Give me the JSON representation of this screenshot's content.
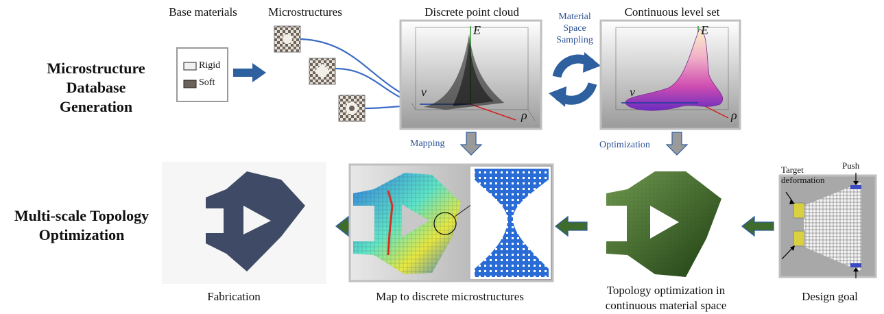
{
  "row_titles": {
    "database": [
      "Microstructure",
      "Database Generation"
    ],
    "optimization": [
      "Multi-scale Topology",
      "Optimization"
    ]
  },
  "top_captions": {
    "base_materials": "Base materials",
    "microstructures": "Microstructures",
    "point_cloud": "Discrete point cloud",
    "level_set": "Continuous level set"
  },
  "legend": {
    "rigid": "Rigid",
    "soft": "Soft"
  },
  "sampling": [
    "Material",
    "Space",
    "Sampling"
  ],
  "mapping_label": "Mapping",
  "optimization_label": "Optimization",
  "axes": {
    "E": "E",
    "nu": "ν",
    "rho": "ρ"
  },
  "bottom_captions": {
    "fabrication": "Fabrication",
    "map": "Map to discrete microstructures",
    "topo": [
      "Topology optimization in",
      "continuous material space"
    ],
    "design": "Design goal"
  },
  "design_labels": {
    "target": [
      "Target",
      "deformation"
    ],
    "push": "Push"
  },
  "colors": {
    "arrow_blue": "#2e5f9e",
    "arrow_gray": "#9a9a9a",
    "arrow_green": "#3f6b2c",
    "label_blue": "#2f5597"
  }
}
